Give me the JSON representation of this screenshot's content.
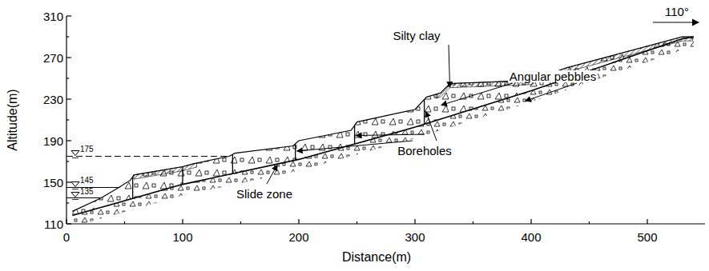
{
  "diagram": {
    "labels": [
      "110°",
      "Silty clay",
      "Angular pebbles",
      "Boreholes",
      "Slide zone",
      "175",
      "145",
      "135",
      "310",
      "270",
      "230",
      "190",
      "150",
      "110",
      "0",
      "100",
      "200",
      "300",
      "400",
      "500",
      "Altitude(m)",
      "Distance(m)"
    ]
  }
}
